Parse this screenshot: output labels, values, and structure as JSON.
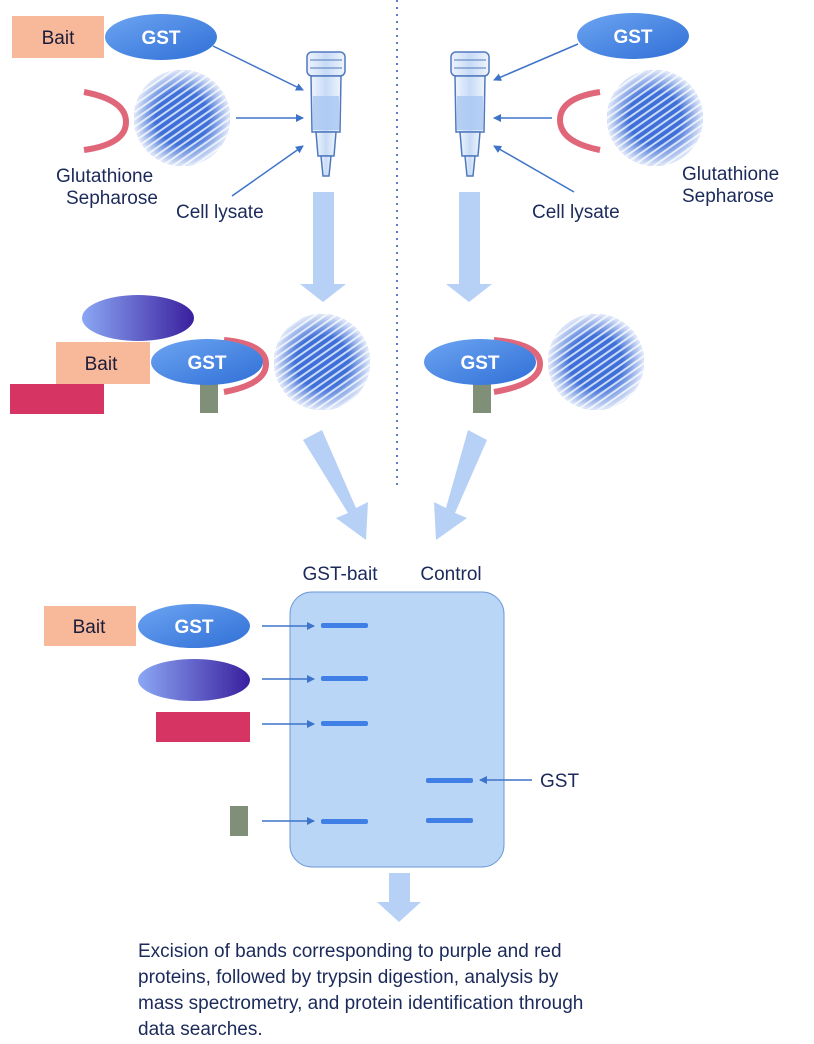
{
  "labels": {
    "bait": "Bait",
    "gst": "GST",
    "glutathione_line1": "Glutathione",
    "glutathione_line2": "Sepharose",
    "cell_lysate": "Cell lysate",
    "lane_gst_bait": "GST-bait",
    "lane_control": "Control",
    "gst_band": "GST"
  },
  "caption": {
    "line1": "Excision of bands corresponding to purple and red",
    "line2": "proteins, followed by trypsin digestion, analysis by",
    "line3": "mass spectrometry, and protein identification through",
    "line4": "data searches."
  },
  "colors": {
    "bait_fill": "#f7b99a",
    "gst_fill": "#4a86e0",
    "sepharose_arc": "#e0677a",
    "bead": "#3f6fd8",
    "purple_protein": "#4b33b8",
    "red_protein": "#d63463",
    "grey_protein": "#7f8f78",
    "gel": "#b9d6f7",
    "band": "#3f7fe6",
    "flow_arrow": "#b7d0f5",
    "text": "#1b2a5a",
    "arrow_line": "#3d74c9"
  }
}
